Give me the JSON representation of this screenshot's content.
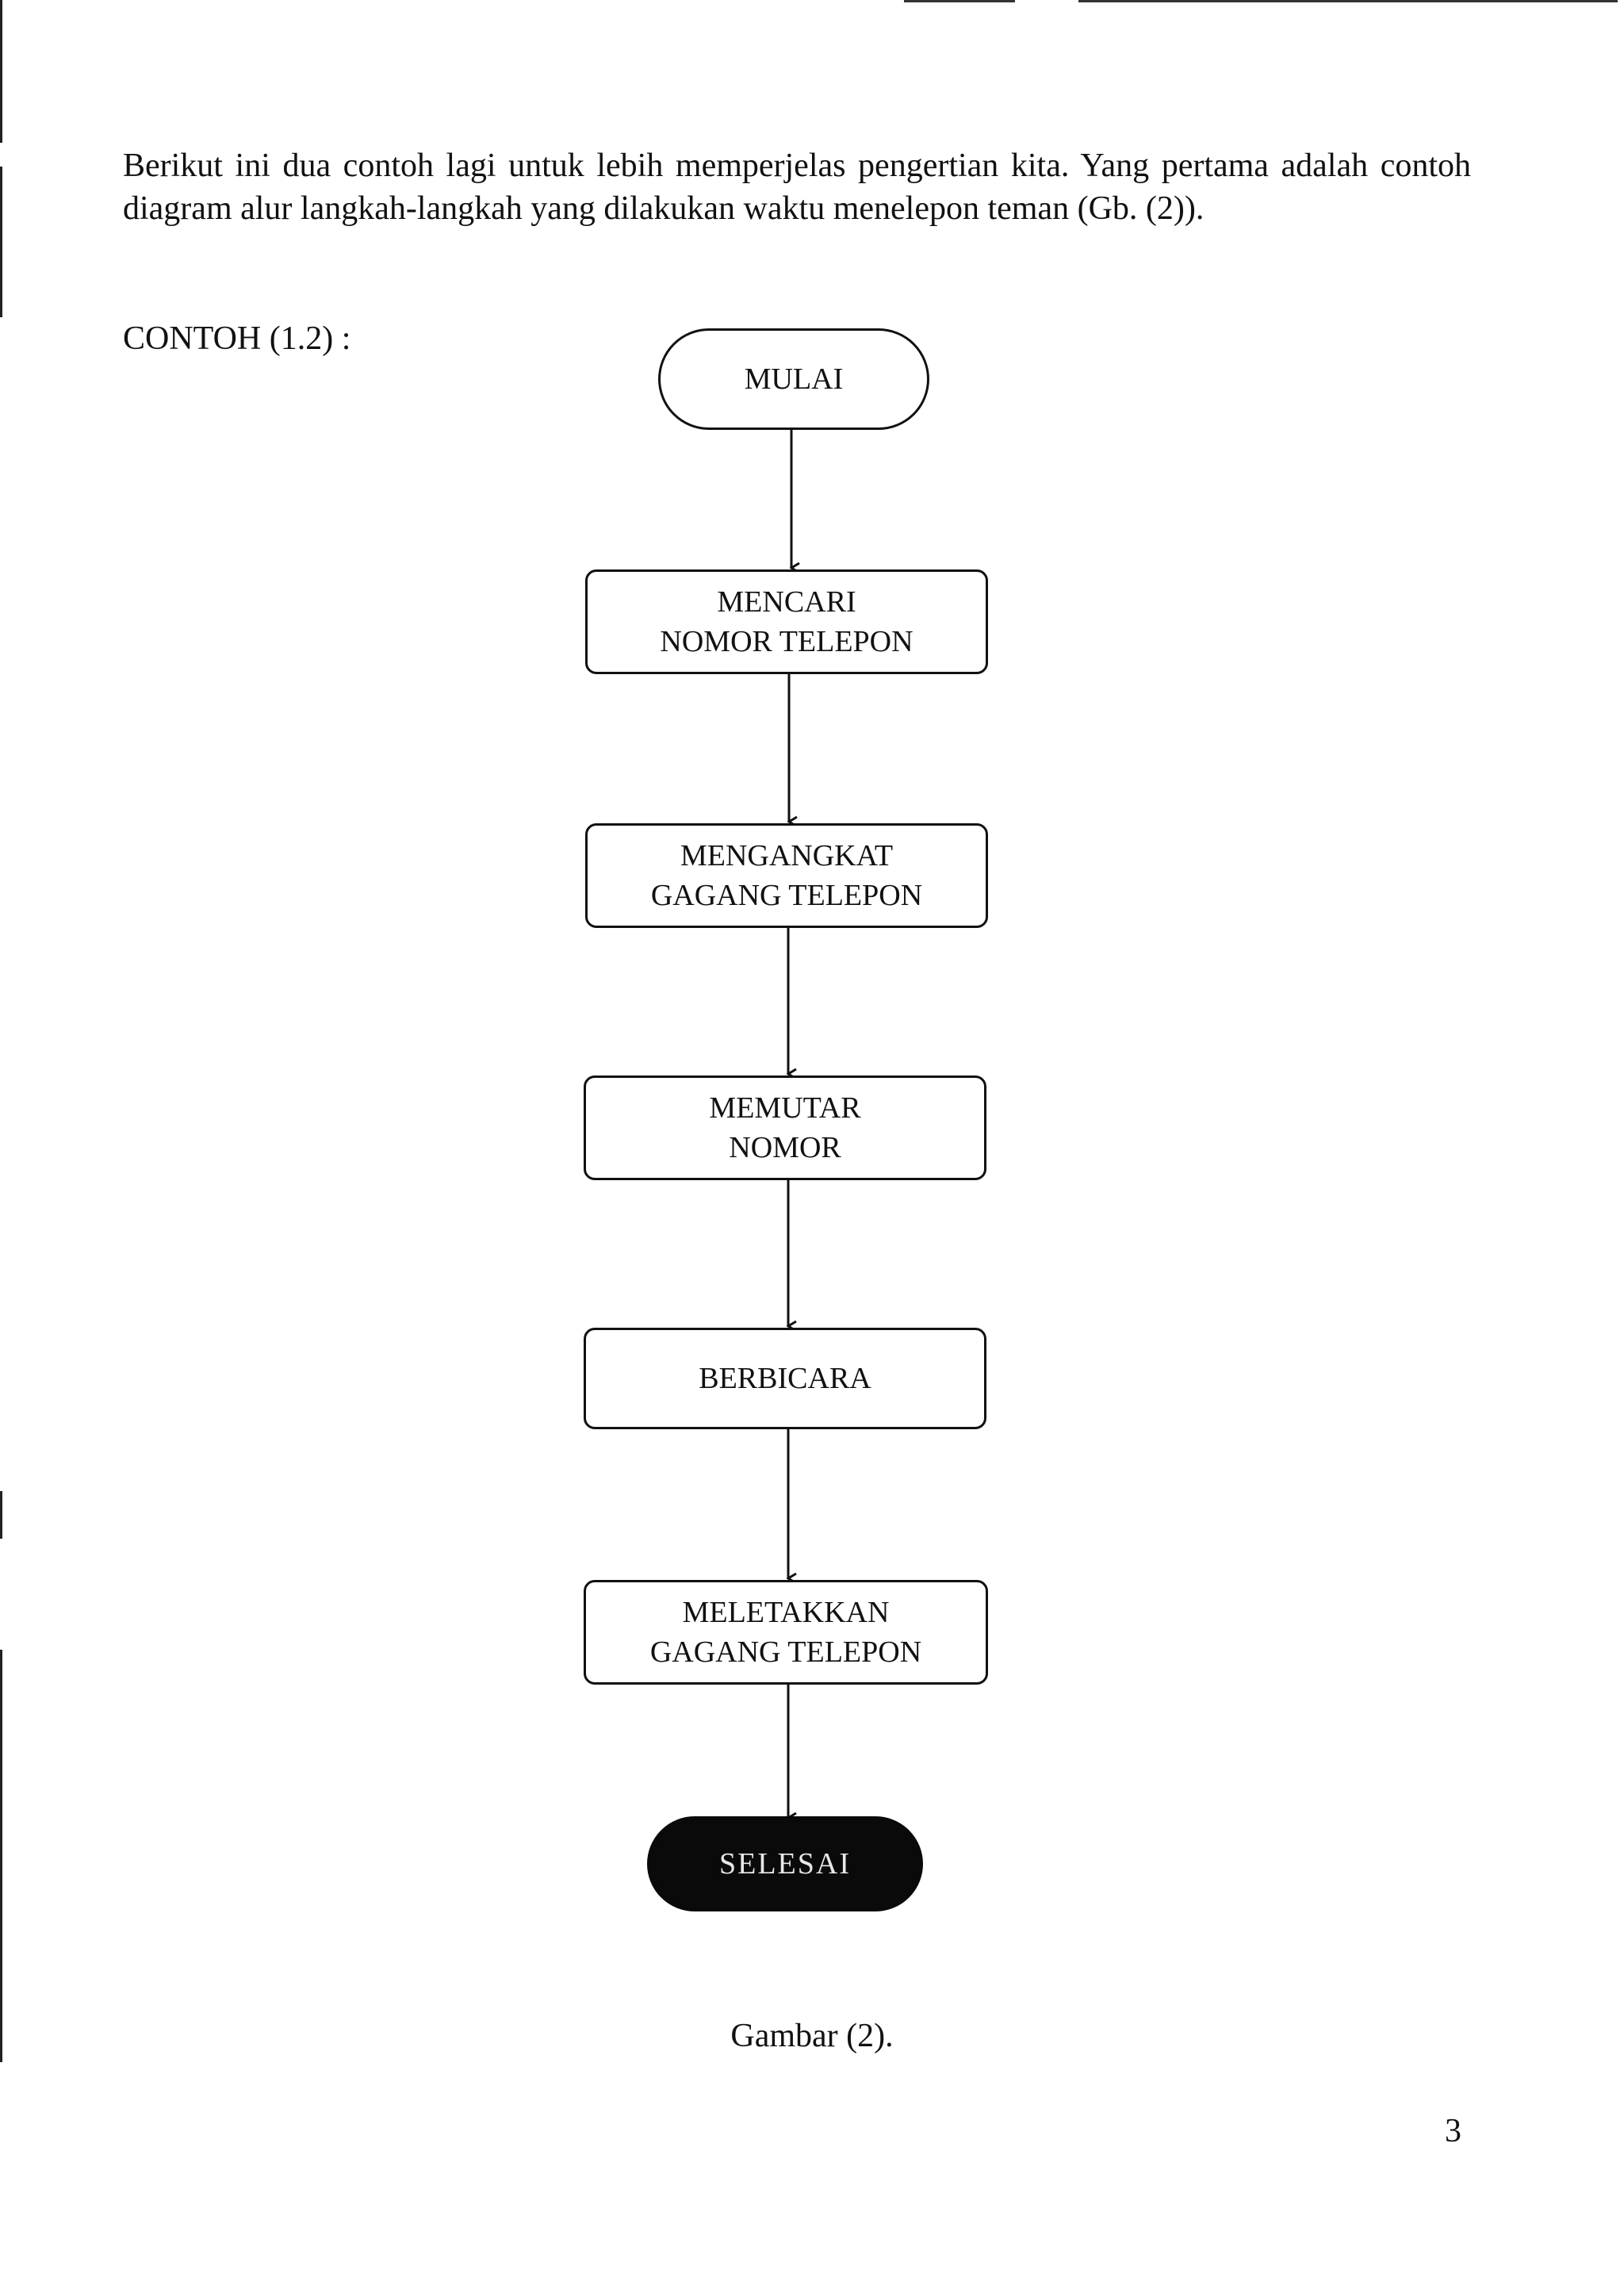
{
  "intro_text": "Berikut ini dua contoh lagi untuk lebih memperjelas pengertian kita. Yang pertama adalah contoh diagram alur langkah-langkah yang dilakukan waktu menelepon teman (Gb. (2)).",
  "example_label": "CONTOH (1.2) :",
  "flowchart": {
    "start": "MULAI",
    "steps": [
      "MENCARI\nNOMOR TELEPON",
      "MENGANGKAT\nGAGANG TELEPON",
      "MEMUTAR\nNOMOR",
      "BERBICARA",
      "MELETAKKAN\nGAGANG TELEPON"
    ],
    "end": "SELESAI"
  },
  "caption": "Gambar (2).",
  "page_number": "3"
}
